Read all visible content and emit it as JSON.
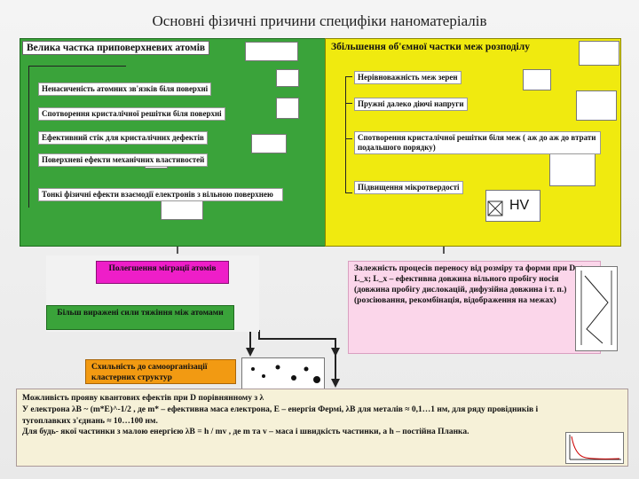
{
  "title": "Основні фізичні причини специфіки наноматеріалів",
  "left_panel": {
    "heading": "Велика частка приповерхневих атомів",
    "items": [
      "Ненасиченість атомних зв'язків біля поверхні",
      "Спотворення кристалічної решітки біля поверхні",
      "Ефективний стік для кристалічних дефектів",
      "Поверхневі ефекти механічних властивостей",
      "Тонкі фізичні ефекти взаємодії електронів з вільною поверхнею"
    ]
  },
  "right_panel": {
    "heading": "Збільшення об'ємної частки меж розподілу",
    "items": [
      "Нерівноважність меж зерен",
      "Пружні далеко діючі напруги",
      "Спотворення кристалічної решітки біля меж ( аж до аж до втрати подальшого порядку)",
      "Підвищення мікротвердості"
    ],
    "hv_label": "HV"
  },
  "boxes": {
    "migration": "Полегшення міграції атомів",
    "attraction": "Більш виражені сили тяжіння між атомами",
    "transport": "Залежність процесів переносу від розміру та форми при D < L_x; L_x – ефективна довжина вільного пробігу носія (довжина пробігу дислокацій, дифузійна довжина і т. п.) (розсіювання, рекомбінація, відображення на межах)",
    "self_org": "Схильність до самоорганізації кластерних структур"
  },
  "footer": {
    "line1": "Можливість прояву квантових ефектів при D порівнянному з λ",
    "line2": "У електрона λB ~ (m*E)^-1/2 , де m* – ефективна маса електрона, E – енергія Фермі, λB для металів ≈ 0,1…1 нм, для ряду провідників і тугоплавких з'єднань ≈ 10…100 нм.",
    "line3": "Для будь- якої частинки з малою енергією λB = h / mv , де m та v – маса і швидкість частинки, а h – постійна Планка."
  },
  "colors": {
    "left_panel": "#3aa33a",
    "right_panel": "#f0ea0f",
    "magenta": "#ee1ec8",
    "green_box": "#3aa33a",
    "pink_box": "#fbd6ea",
    "orange_box": "#f29a12",
    "footer_bg": "#f6f1d8"
  }
}
